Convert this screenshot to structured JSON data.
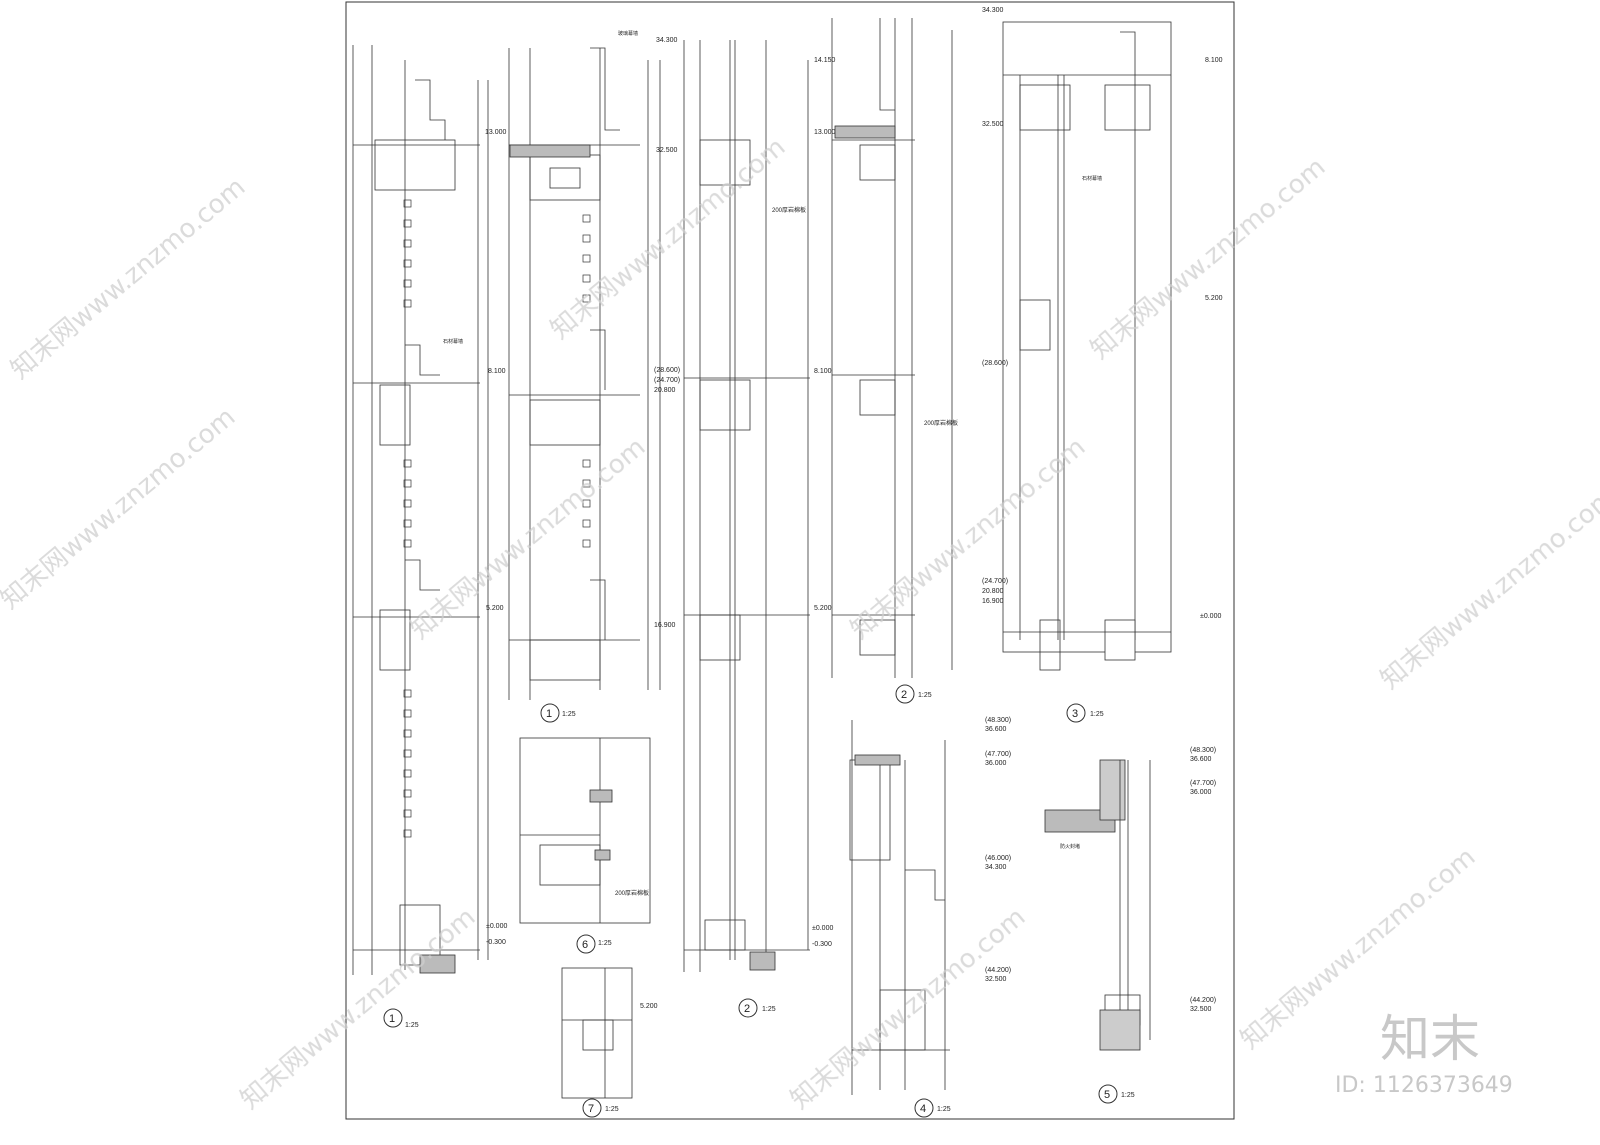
{
  "watermark": {
    "url_text": "知末网www.znzmo.com",
    "brand_text": "知末",
    "id_text": "ID: 1126373649"
  },
  "details": [
    {
      "number": "1",
      "scale": "1:25"
    },
    {
      "number": "1",
      "scale": "1:25"
    },
    {
      "number": "2",
      "scale": "1:25"
    },
    {
      "number": "2",
      "scale": "1:25"
    },
    {
      "number": "3",
      "scale": "1:25"
    },
    {
      "number": "4",
      "scale": "1:25"
    },
    {
      "number": "5",
      "scale": "1:25"
    },
    {
      "number": "6",
      "scale": "1:25"
    },
    {
      "number": "7",
      "scale": "1:25"
    }
  ],
  "elevations": {
    "e13000": "13.000",
    "e8100": "8.100",
    "e5200": "5.200",
    "e0": "±0.000",
    "em0300": "-0.300",
    "e34300": "34.300",
    "e32500": "32.500",
    "e28600": "(28.600)",
    "e24700": "(24.700)",
    "e20800": "20.800",
    "e16900": "16.900",
    "e14150": "14.150",
    "e48300": "(48.300)",
    "e36600": "36.600",
    "e47700": "(47.700)",
    "e36000": "36.000",
    "e46000": "(46.000)",
    "e34300b": "34.300",
    "e44200": "(44.200)",
    "e32500b": "32.500"
  },
  "notes": {
    "stone_panel": "石材幕墙",
    "glass_curtain": "玻璃幕墙",
    "insulation_200": "200厚岩棉板",
    "fire_seal": "防火封堵"
  }
}
